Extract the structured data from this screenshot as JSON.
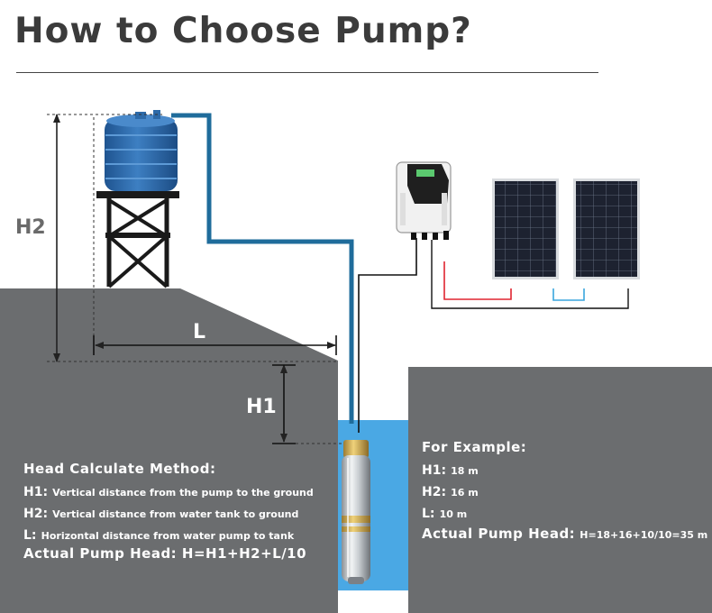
{
  "title": "How to Choose Pump?",
  "dimensions": {
    "h2": "H2",
    "h1": "H1",
    "l": "L"
  },
  "method": {
    "heading": "Head Calculate Method:",
    "items": [
      {
        "key": "H1:",
        "desc": "Vertical distance from the pump to the ground"
      },
      {
        "key": "H2:",
        "desc": "Vertical distance from water tank to ground"
      },
      {
        "key": "L:",
        "desc": "Horizontal distance from water pump to tank"
      }
    ],
    "formula": "Actual Pump Head: H=H1+H2+L/10"
  },
  "example": {
    "heading": "For Example:",
    "items": [
      {
        "key": "H1:",
        "value": "18 m"
      },
      {
        "key": "H2:",
        "value": "16 m"
      },
      {
        "key": "L:",
        "value": "10 m"
      }
    ],
    "result_label": "Actual Pump Head:",
    "result_value": "H=18+16+10/10=35 m"
  },
  "colors": {
    "ground": "#6b6d6f",
    "water": "#4aa8e4",
    "pipe": "#1f6c9b",
    "tank": "#2d6aa8",
    "cable_red": "#e02530",
    "cable_blue": "#3aa6dd",
    "text_dark": "#3b3b3b",
    "dim_text": "#6a6a6a"
  }
}
